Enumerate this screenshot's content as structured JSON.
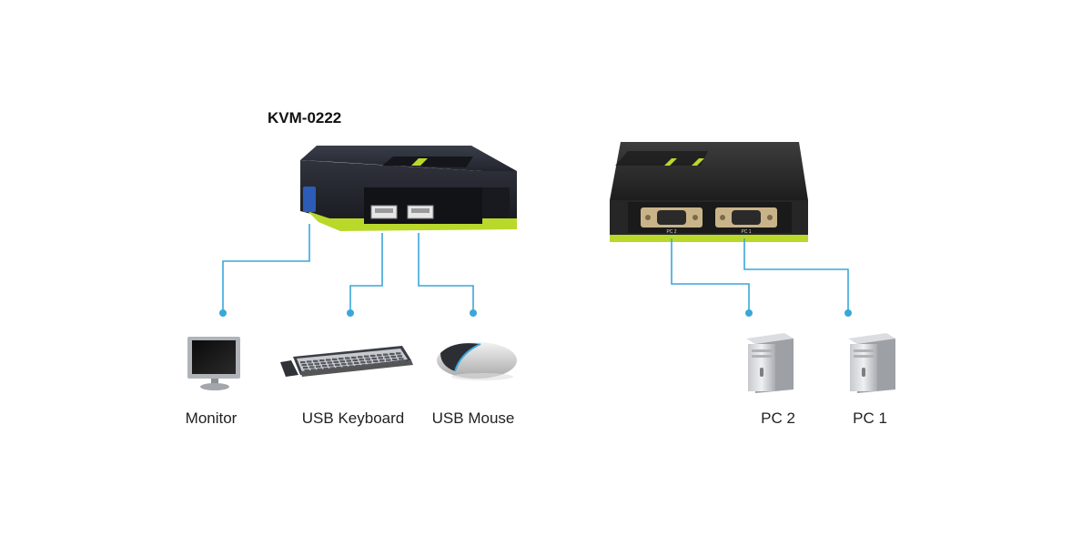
{
  "product": {
    "model": "KVM-0222"
  },
  "front_panel": {
    "port_labels": []
  },
  "back_panel": {
    "port_labels": [
      "PC 2",
      "PC 1"
    ]
  },
  "devices": {
    "monitor": {
      "label": "Monitor",
      "icon": "monitor-icon"
    },
    "keyboard": {
      "label": "USB Keyboard",
      "icon": "keyboard-icon"
    },
    "mouse": {
      "label": "USB Mouse",
      "icon": "mouse-icon"
    },
    "pc2": {
      "label": "PC 2",
      "icon": "pc-tower-icon"
    },
    "pc1": {
      "label": "PC 1",
      "icon": "pc-tower-icon"
    }
  },
  "colors": {
    "connector_line": "#3aa7d8",
    "device_body": "#2b2e38",
    "accent_lime": "#b8d82a"
  }
}
